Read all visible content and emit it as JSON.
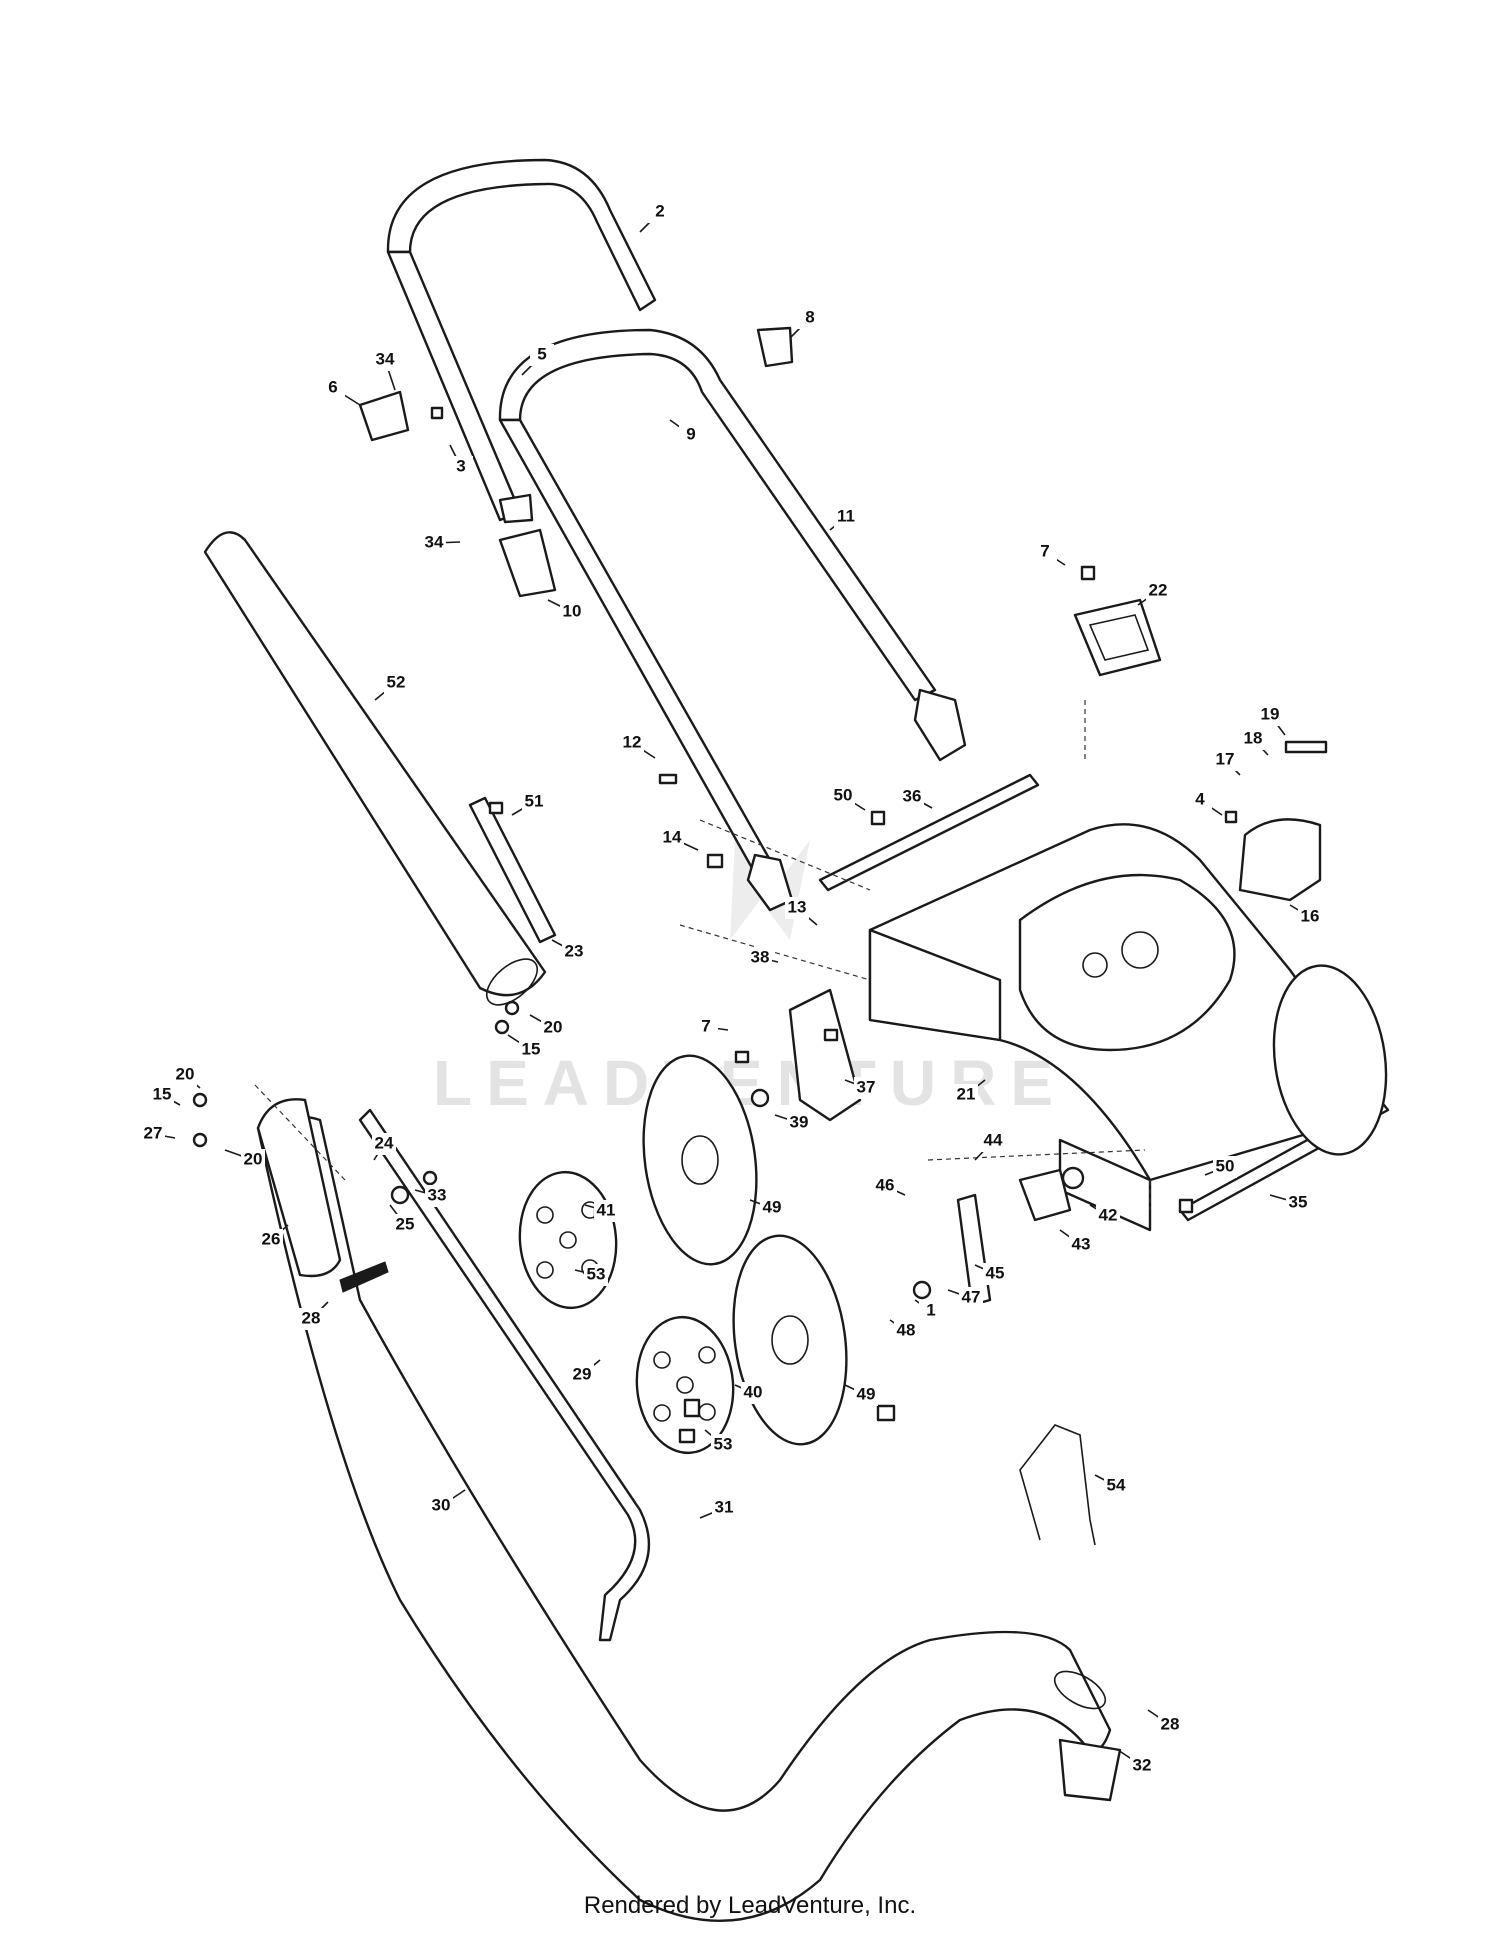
{
  "watermark": {
    "text": "LEADVENTURE"
  },
  "footer": {
    "credit": "Rendered by LeadVenture, Inc."
  },
  "callouts": [
    "2",
    "8",
    "5",
    "34",
    "6",
    "3",
    "9",
    "11",
    "34",
    "10",
    "7",
    "22",
    "52",
    "19",
    "18",
    "17",
    "4",
    "12",
    "51",
    "50",
    "36",
    "14",
    "16",
    "23",
    "13",
    "38",
    "7",
    "20",
    "15",
    "37",
    "21",
    "39",
    "20",
    "15",
    "27",
    "20",
    "24",
    "33",
    "25",
    "26",
    "28",
    "41",
    "49",
    "53",
    "44",
    "46",
    "42",
    "43",
    "50",
    "35",
    "45",
    "47",
    "1",
    "48",
    "29",
    "40",
    "49",
    "53",
    "31",
    "54",
    "30",
    "28",
    "32"
  ]
}
